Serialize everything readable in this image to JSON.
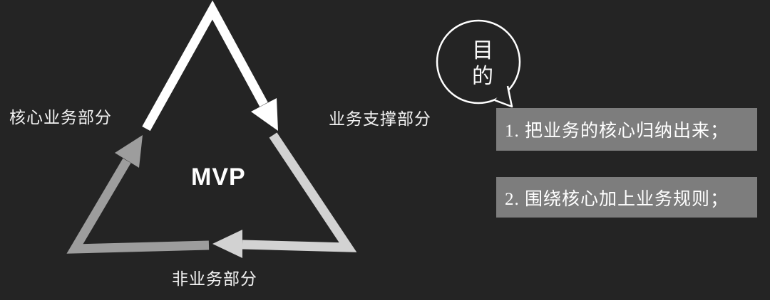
{
  "slide": {
    "title_center": "MVP",
    "vertex_labels": {
      "left": "核心业务部分",
      "right": "业务支撑部分",
      "bottom": "非业务部分"
    },
    "bubble": {
      "label": "目的",
      "line1": "目",
      "line2": "的"
    },
    "notes": [
      {
        "text": "1. 把业务的核心归纳出来；"
      },
      {
        "text": "2. 围绕核心加上业务规则；"
      }
    ],
    "colors": {
      "background": "#242424",
      "arrow_white": "#ffffff",
      "arrow_light_gray": "#d2d2d2",
      "arrow_mid_gray": "#9d9d9d",
      "note_box_bg": "#7d7d7d",
      "text": "#f2f2f2"
    },
    "icons": [
      "cycle-arrow-white",
      "cycle-arrow-light",
      "cycle-arrow-mid",
      "speech-bubble"
    ]
  }
}
